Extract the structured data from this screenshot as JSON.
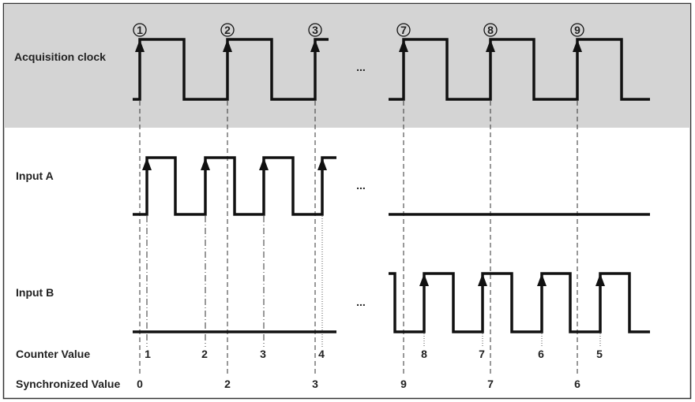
{
  "rows": {
    "clock": "Acquisition clock",
    "input_a": "Input A",
    "input_b": "Input B",
    "counter": "Counter Value",
    "synchronized": "Synchronized Value"
  },
  "clock_edges": [
    "1",
    "2",
    "3",
    "7",
    "8",
    "9"
  ],
  "ellipsis": "...",
  "counter_values": [
    "1",
    "2",
    "3",
    "4",
    "8",
    "7",
    "6",
    "5"
  ],
  "synchronized_values": [
    "0",
    "2",
    "3",
    "9",
    "7",
    "6"
  ],
  "colors": {
    "band": "#d4d4d4",
    "line": "#111111"
  }
}
